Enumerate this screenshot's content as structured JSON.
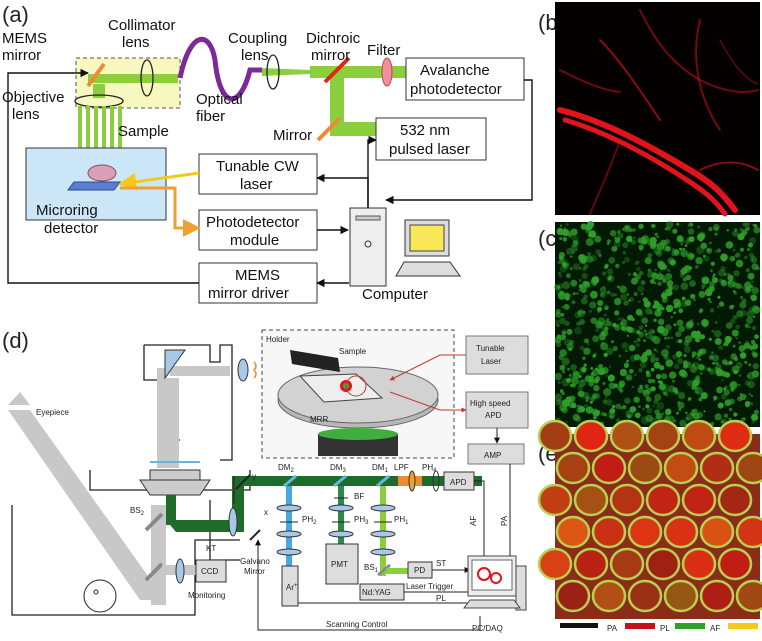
{
  "panels": {
    "a": "(a)",
    "b": "(b)",
    "c": "(c)",
    "d": "(d)",
    "e": "(e)"
  },
  "panel_a": {
    "mems_mirror": [
      "MEMS",
      "mirror"
    ],
    "collimator_lens": [
      "Collimator",
      "lens"
    ],
    "coupling_lens": [
      "Coupling",
      "lens"
    ],
    "dichroic_mirror": [
      "Dichroic",
      "mirror"
    ],
    "filter": "Filter",
    "avalanche_photodetector": [
      "Avalanche",
      "photodetector"
    ],
    "objective_lens": [
      "Objective",
      "lens"
    ],
    "optical_fiber": [
      "Optical",
      "fiber"
    ],
    "sample": "Sample",
    "mirror": "Mirror",
    "pulsed_laser": [
      "532 nm",
      "pulsed laser"
    ],
    "tunable_cw_laser": [
      "Tunable CW",
      "laser"
    ],
    "microring_detector": [
      "Microring",
      "detector"
    ],
    "photodetector_module": [
      "Photodetector",
      "module"
    ],
    "mems_mirror_driver": [
      "MEMS",
      "mirror driver"
    ],
    "computer": "Computer"
  },
  "panel_d": {
    "eyepiece": "Eyepiece",
    "holder": "Holder",
    "sample": "Sample",
    "mrr": "MRR",
    "tunable_laser": [
      "Tunable",
      "Laser"
    ],
    "high_speed_apd": [
      "High speed",
      "APD"
    ],
    "amp": "AMP",
    "apd": "APD",
    "dm2": "DM",
    "dm2_sub": "2",
    "dm3": "DM",
    "dm3_sub": "3",
    "dm1": "DM",
    "dm1_sub": "1",
    "lpf": "LPF",
    "ph4": "PH",
    "ph4_sub": "4",
    "bf": "BF",
    "ph2": "PH",
    "ph2_sub": "2",
    "ph3": "PH",
    "ph3_sub": "3",
    "ph1": "PH",
    "ph1_sub": "1",
    "bs2": "BS",
    "bs2_sub": "2",
    "bs1": "BS",
    "bs1_sub": "1",
    "kt": "KT",
    "y": "y",
    "x": "x",
    "galvano": [
      "Galvano",
      "Mirror"
    ],
    "ar": "Ar",
    "ar_sup": "+",
    "pmt": "PMT",
    "pd": "PD",
    "ndyag": "Nd:YAG",
    "st": "ST",
    "af": "AF",
    "pa": "PA",
    "laser_trigger": "Laser Trigger",
    "pl": "PL",
    "ccd": "CCD",
    "monitoring": "Monitoring",
    "scanning_control": "Scanning Control",
    "pcdaq": "PC/DAQ"
  },
  "legend_e": [
    "PA",
    "PL",
    "AF"
  ],
  "colors": {
    "red_image": "#e0141a",
    "green_image": "#2fa02a",
    "beam_green": "#8ccf3c",
    "dark_green": "#1f6b2a",
    "fiber_purple": "#7b2a9a",
    "yellow_highlight": "#f7f7c0",
    "orange_mirror": "#f08a32",
    "signal_yellow": "#f3c91c",
    "arrow_red": "#c0392b"
  }
}
